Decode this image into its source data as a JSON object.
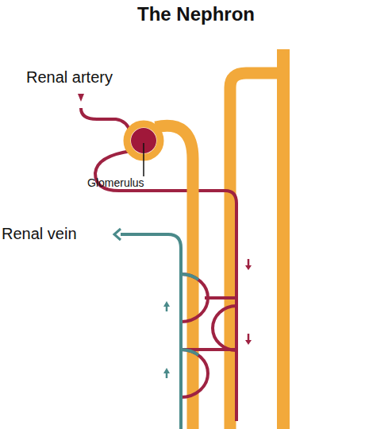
{
  "diagram": {
    "title": "The Nephron",
    "labels": [
      "Renal artery",
      "Glomerulus",
      "Renal vein"
    ]
  }
}
